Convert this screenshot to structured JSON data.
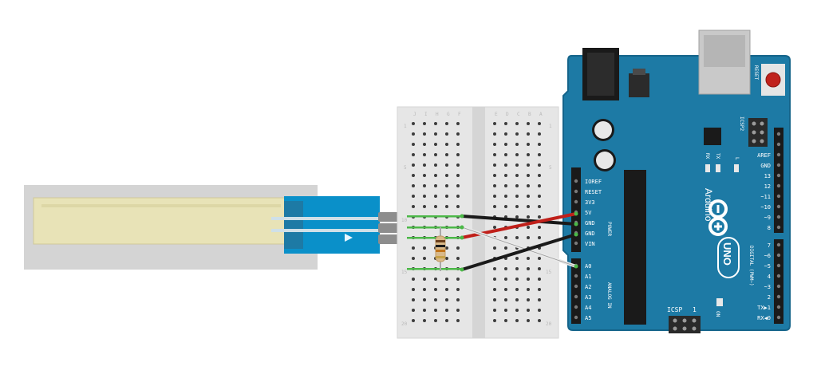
{
  "arduino": {
    "brand": "Arduino",
    "model": "UNO",
    "reset_label": "RESET",
    "icsp2_label": "ICSP2",
    "icsp_label": "ICSP",
    "icsp_num": "1",
    "on_label": "ON",
    "tx_label": "TX",
    "rx_label": "RX",
    "l_label": "L",
    "power_section": "POWER",
    "analog_section": "ANALOG IN",
    "digital_section": "DIGITAL (PWM~)",
    "power_pins": [
      "IOREF",
      "RESET",
      "3V3",
      "5V",
      "GND",
      "GND",
      "VIN"
    ],
    "analog_pins": [
      "A0",
      "A1",
      "A2",
      "A3",
      "A4",
      "A5"
    ],
    "digital_top": [
      "AREF",
      "GND",
      "13",
      "12",
      "~11",
      "~10",
      "~9",
      "8"
    ],
    "digital_bottom": [
      "7",
      "~6",
      "~5",
      "4",
      "~3",
      "2",
      "TX▶1",
      "RX◀0"
    ]
  },
  "breadboard": {
    "col_letters_left": [
      "J",
      "I",
      "H",
      "G",
      "F"
    ],
    "col_letters_right": [
      "E",
      "D",
      "C",
      "B",
      "A"
    ],
    "row_numbers": [
      "1",
      "5",
      "10",
      "15",
      "20"
    ]
  },
  "colors": {
    "board": "#1d7aa5",
    "board_edge": "#15648a",
    "wire_black": "#1a1a1a",
    "wire_red": "#c0201a",
    "wire_white": "#f2f2f2",
    "sensor_strip": "#e8e3b7",
    "sensor_tail": "#0a90c9",
    "highlight_pin": "#4cb848"
  }
}
